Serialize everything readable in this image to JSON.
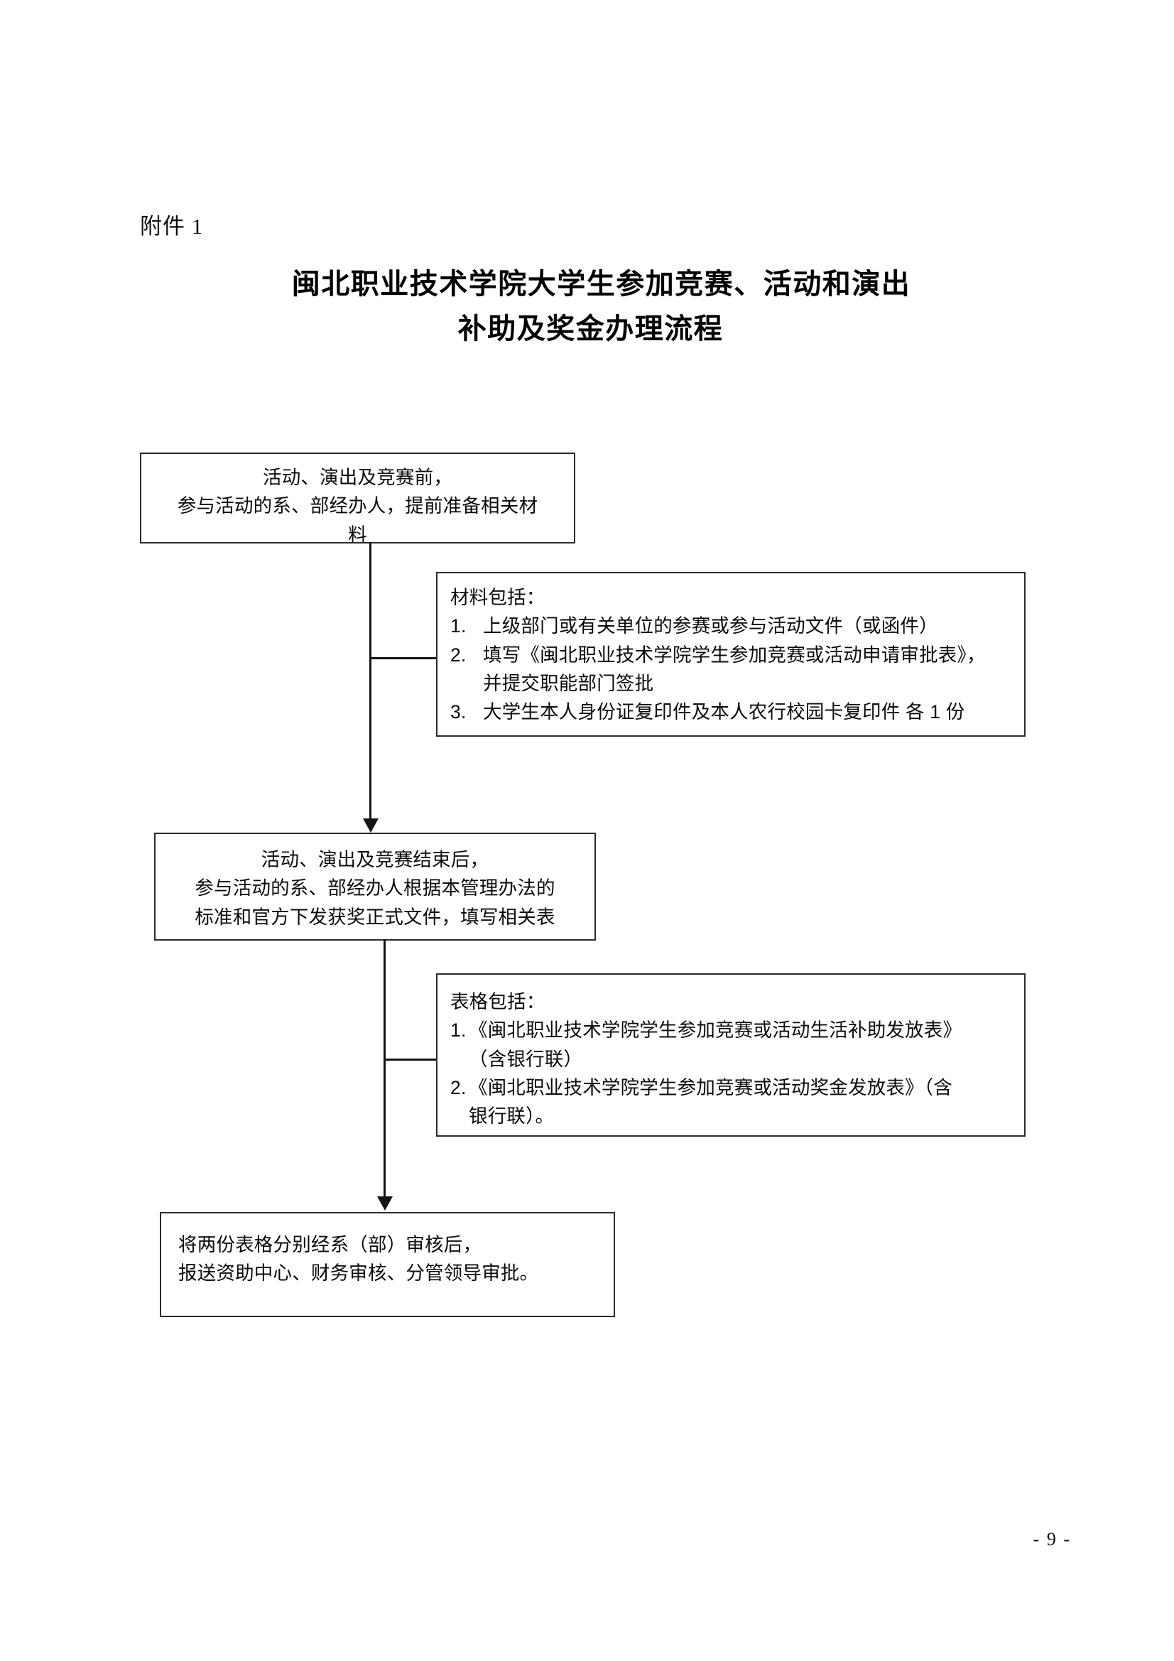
{
  "document": {
    "attachment_label": "附件 1",
    "title_line_1": "闽北职业技术学院大学生参加竞赛、活动和演出",
    "title_line_2": "补助及奖金办理流程",
    "page_number": "- 9 -"
  },
  "flow": {
    "step_1": {
      "line_1": "活动、演出及竞赛前，",
      "line_2": "参与活动的系、部经办人，提前准备相关材",
      "line_3": "料"
    },
    "note_materials": {
      "heading": "材料包括：",
      "items": [
        {
          "number": "1.",
          "line_1": "上级部门或有关单位的参赛或参与活动文件（或函件）"
        },
        {
          "number": "2.",
          "line_1": "填写《闽北职业技术学院学生参加竞赛或活动申请审批表》，",
          "line_2": "并提交职能部门签批"
        },
        {
          "number": "3.",
          "line_1": "大学生本人身份证复印件及本人农行校园卡复印件 各 1 份"
        }
      ]
    },
    "step_2": {
      "line_1": "活动、演出及竞赛结束后，",
      "line_2": "参与活动的系、部经办人根据本管理办法的",
      "line_3": "标准和官方下发获奖正式文件，填写相关表"
    },
    "note_forms": {
      "heading": "表格包括：",
      "items": [
        {
          "number": "1.",
          "line_1": "《闽北职业技术学院学生参加竞赛或活动生活补助发放表》",
          "line_2": "（含银行联）"
        },
        {
          "number": "2.",
          "line_1": "《闽北职业技术学院学生参加竞赛或活动奖金发放表》（含",
          "line_2": "银行联）。"
        }
      ]
    },
    "step_3": {
      "line_1": "将两份表格分别经系（部）审核后，",
      "line_2": "报送资助中心、财务审核、分管领导审批。"
    }
  },
  "colors": {
    "text": "#000000",
    "box_border": "#2b2b2b",
    "connector": "#141414",
    "page_background": "#ffffff"
  }
}
